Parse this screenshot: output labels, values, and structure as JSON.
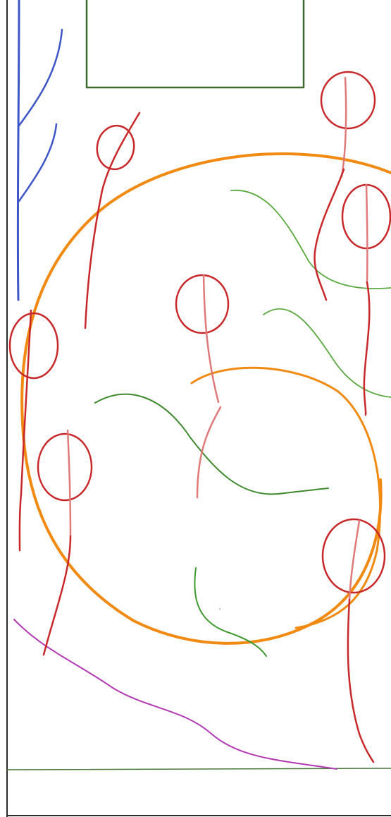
{
  "canvas": {
    "background": "#ffffff"
  },
  "colors": {
    "frame": "#2b2b2b",
    "ground_line": "#4a7a3a",
    "blue_stroke": "#3f56c9",
    "dark_green_stroke": "#3f6b2f",
    "orange_stroke": "#f08a12",
    "red_stroke": "#c8282a",
    "pink_stroke": "#e07a7a",
    "green_stroke": "#5aa840",
    "magenta_stroke": "#b23ab2"
  },
  "elements": {
    "blue_branch": {
      "color_key": "blue_stroke",
      "icon": "tree-branch"
    },
    "green_rectangle": {
      "color_key": "dark_green_stroke",
      "icon": "rectangle"
    },
    "orange_circles": {
      "count": 2
    },
    "stick_figures": {
      "count": 7
    },
    "green_curves": {
      "count": 4
    },
    "magenta_curve": {
      "count": 1
    }
  }
}
